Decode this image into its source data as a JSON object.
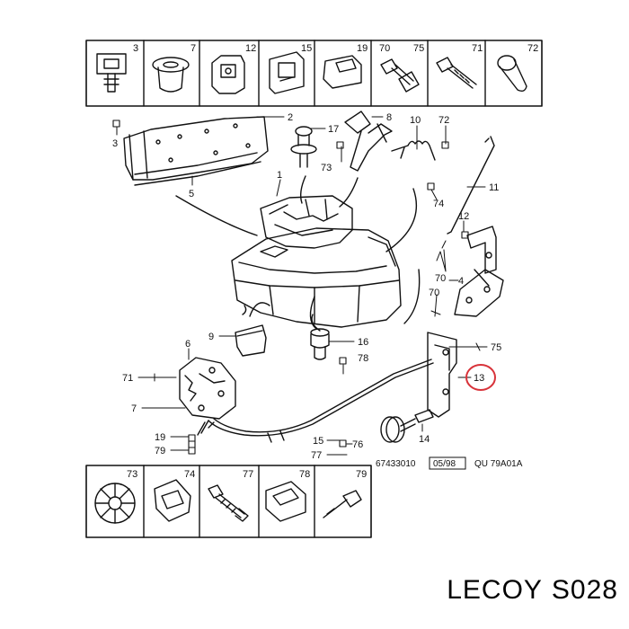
{
  "top_strip": [
    "3",
    "7",
    "12",
    "15",
    "19",
    "70",
    "75",
    "71",
    "72"
  ],
  "bottom_strip": [
    "73",
    "74",
    "77",
    "78",
    "79"
  ],
  "callouts": {
    "c2": "2",
    "c3": "3",
    "c5": "5",
    "c17": "17",
    "c73a": "73",
    "c8": "8",
    "c10": "10",
    "c72": "72",
    "c1": "1",
    "c11": "11",
    "c74": "74",
    "c12": "12",
    "c70a": "70",
    "c4": "4",
    "c70b": "70",
    "c9": "9",
    "c6": "6",
    "c16": "16",
    "c78": "78",
    "c75": "75",
    "c13": "13",
    "c71": "71",
    "c7": "7",
    "c19": "19",
    "c79": "79",
    "c15": "15",
    "c76": "76",
    "c77": "77",
    "c14": "14"
  },
  "reference": {
    "drawing_no": "67433010",
    "date": "05/98",
    "code": "QU 79A01A"
  },
  "brand": "LECOY",
  "part_number": "S028",
  "colors": {
    "line": "#111111",
    "highlight": "#d8333a"
  }
}
